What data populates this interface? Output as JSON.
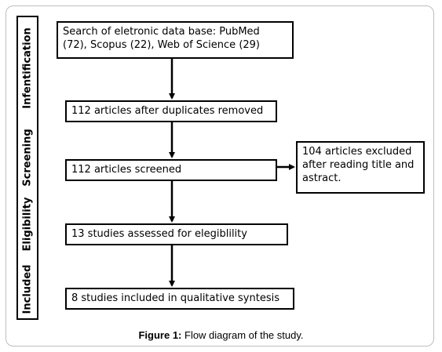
{
  "stages": {
    "identification": "Infentification",
    "screening": "Screening",
    "eligibility": "Eligibility",
    "included": "Included"
  },
  "boxes": {
    "search": {
      "line1": "Search of  eletronic  data base: PubMed",
      "line2": "(72), Scopus (22), Web of Science (29)"
    },
    "duplicates_removed": "112 articles after duplicates removed",
    "screened": "112 articles screened",
    "excluded": {
      "line1": "104  articles  excluded",
      "line2": "after reading title and",
      "line3": "astract."
    },
    "assessed": "13 studies assessed for elegiblility",
    "included": "8 studies included in qualitative syntesis"
  },
  "caption": {
    "label": "Figure 1:",
    "text": " Flow diagram of the study."
  }
}
